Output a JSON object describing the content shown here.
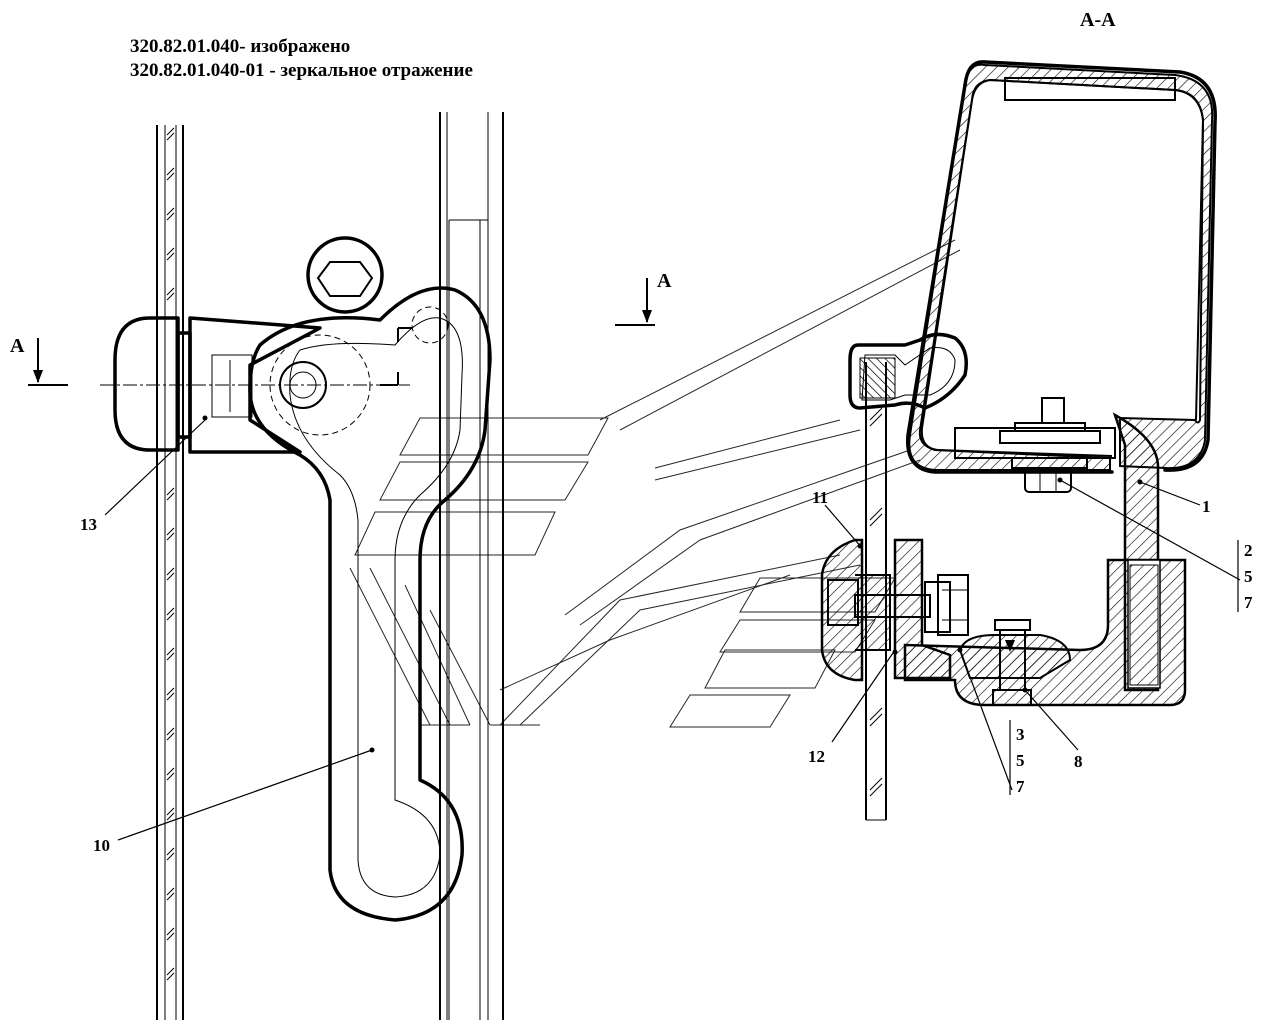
{
  "header": {
    "line1": "320.82.01.040- изображено",
    "line2": "320.82.01.040-01 - зеркальное отражение"
  },
  "section": {
    "title": "А-А",
    "marker_left": "А",
    "marker_right": "А"
  },
  "callouts": {
    "p1": "1",
    "p8": "8",
    "p10": "10",
    "p11": "11",
    "p12": "12",
    "p13": "13",
    "stack_a": [
      "2",
      "5",
      "7"
    ],
    "stack_b": [
      "3",
      "5",
      "7"
    ]
  }
}
